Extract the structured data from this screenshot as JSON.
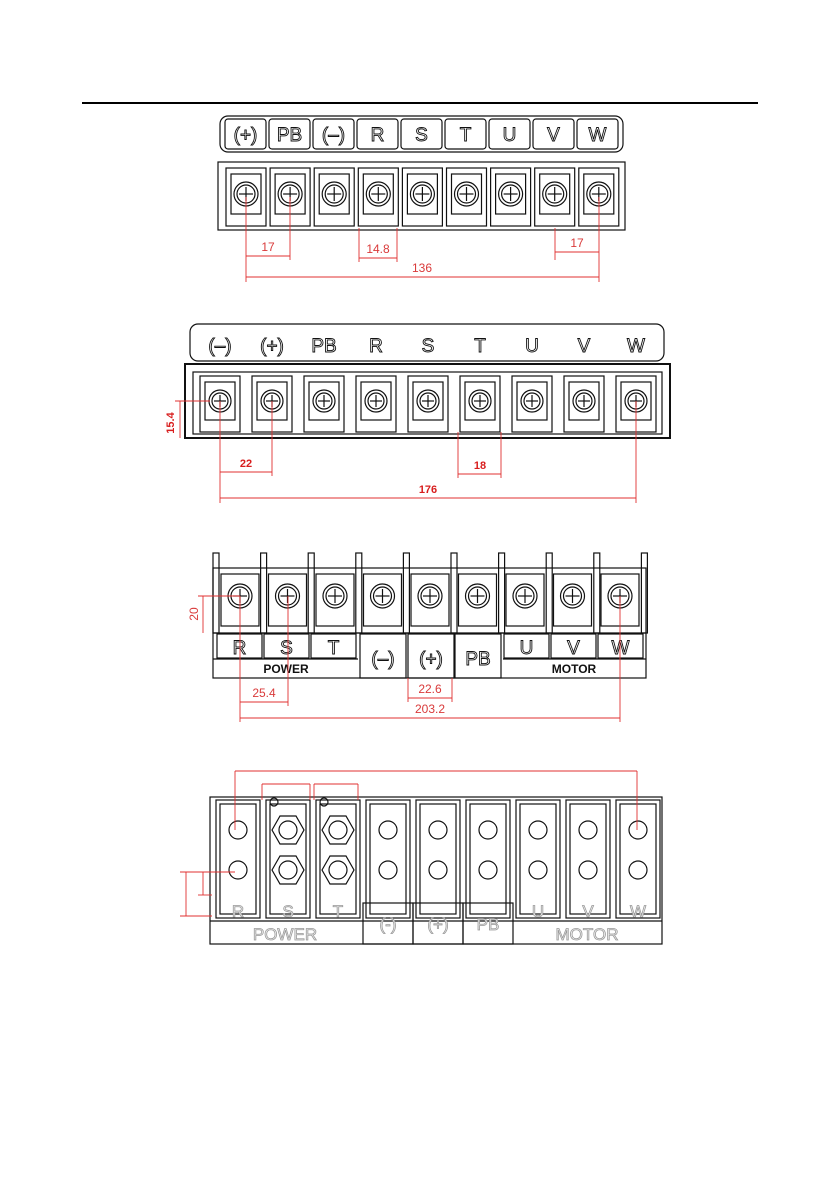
{
  "diagrams": [
    {
      "labels": [
        "(+)",
        "PB",
        "(–)",
        "R",
        "S",
        "T",
        "U",
        "V",
        "W"
      ],
      "dimensions": [
        "17",
        "14.8",
        "17",
        "136"
      ]
    },
    {
      "labels": [
        "(–)",
        "(+)",
        "PB",
        "R",
        "S",
        "T",
        "U",
        "V",
        "W"
      ],
      "dimensions": [
        "15.4",
        "22",
        "18",
        "176"
      ]
    },
    {
      "labels": [
        "R",
        "S",
        "T",
        "(–)",
        "(+)",
        "PB",
        "U",
        "V",
        "W"
      ],
      "groups": [
        "POWER",
        "MOTOR"
      ],
      "dimensions": [
        "20",
        "25.4",
        "22.6",
        "203.2"
      ]
    },
    {
      "labels": [
        "R",
        "S",
        "T",
        "(-)",
        "(+)",
        "PB",
        "U",
        "V",
        "W"
      ],
      "groups": [
        "POWER",
        "MOTOR"
      ]
    }
  ],
  "colors": {
    "line": "#111111",
    "dimension": "#e03030"
  }
}
